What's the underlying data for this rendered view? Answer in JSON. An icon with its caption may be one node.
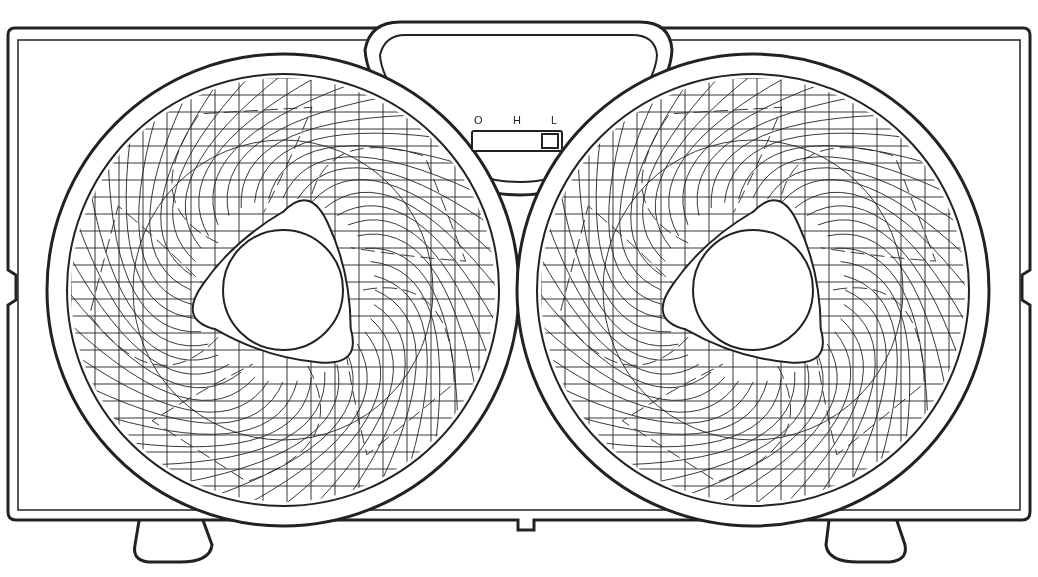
{
  "diagram": {
    "labels": [
      "O",
      "H",
      "L"
    ]
  }
}
